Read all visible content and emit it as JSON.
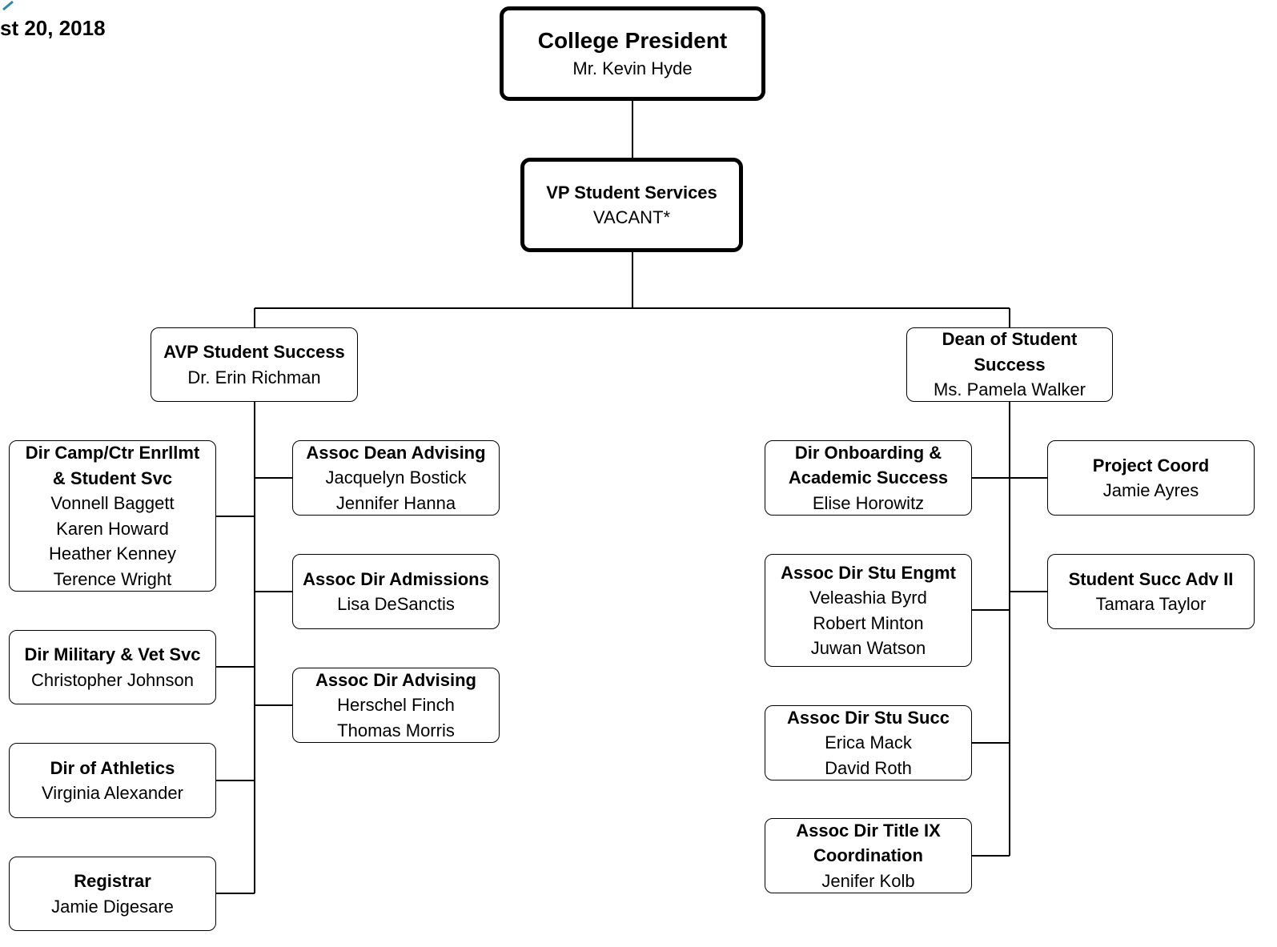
{
  "header": {
    "date_fragment": "st 20, 2018"
  },
  "colors": {
    "line": "#000000",
    "box_border": "#000000",
    "background": "#ffffff",
    "logo_accent": "#2e86ab"
  },
  "nodes": [
    {
      "id": "president",
      "title": "College President",
      "names": [
        "Mr. Kevin Hyde"
      ]
    },
    {
      "id": "vp",
      "title": "VP Student Services",
      "names": [
        "VACANT*"
      ]
    },
    {
      "id": "avp",
      "title": "AVP Student Success",
      "names": [
        "Dr. Erin Richman"
      ]
    },
    {
      "id": "dean",
      "title": "Dean of Student\nSuccess",
      "names": [
        "Ms. Pamela Walker"
      ]
    },
    {
      "id": "dir-camp",
      "title": "Dir Camp/Ctr Enrllmt\n& Student Svc",
      "names": [
        "Vonnell Baggett",
        "Karen Howard",
        "Heather Kenney",
        "Terence Wright"
      ]
    },
    {
      "id": "dir-military",
      "title": "Dir Military & Vet Svc",
      "names": [
        "Christopher Johnson"
      ]
    },
    {
      "id": "dir-athletics",
      "title": "Dir of Athletics",
      "names": [
        "Virginia Alexander"
      ]
    },
    {
      "id": "registrar",
      "title": "Registrar",
      "names": [
        "Jamie Digesare"
      ]
    },
    {
      "id": "assoc-dean-advising",
      "title": "Assoc Dean Advising",
      "names": [
        "Jacquelyn Bostick",
        "Jennifer Hanna"
      ]
    },
    {
      "id": "assoc-dir-admissions",
      "title": "Assoc Dir Admissions",
      "names": [
        "Lisa DeSanctis"
      ]
    },
    {
      "id": "assoc-dir-advising",
      "title": "Assoc Dir Advising",
      "names": [
        "Herschel Finch",
        "Thomas Morris"
      ]
    },
    {
      "id": "dir-onboarding",
      "title": "Dir Onboarding &\nAcademic Success",
      "names": [
        "Elise Horowitz"
      ]
    },
    {
      "id": "assoc-dir-stu-engmt",
      "title": "Assoc Dir Stu Engmt",
      "names": [
        "Veleashia Byrd",
        "Robert Minton",
        "Juwan Watson"
      ]
    },
    {
      "id": "assoc-dir-stu-succ",
      "title": "Assoc Dir Stu Succ",
      "names": [
        "Erica Mack",
        "David Roth"
      ]
    },
    {
      "id": "assoc-dir-title-ix",
      "title": "Assoc Dir Title IX\nCoordination",
      "names": [
        "Jenifer Kolb"
      ]
    },
    {
      "id": "project-coord",
      "title": "Project Coord",
      "names": [
        "Jamie Ayres"
      ]
    },
    {
      "id": "student-succ-adv",
      "title": "Student Succ Adv II",
      "names": [
        "Tamara Taylor"
      ]
    }
  ]
}
